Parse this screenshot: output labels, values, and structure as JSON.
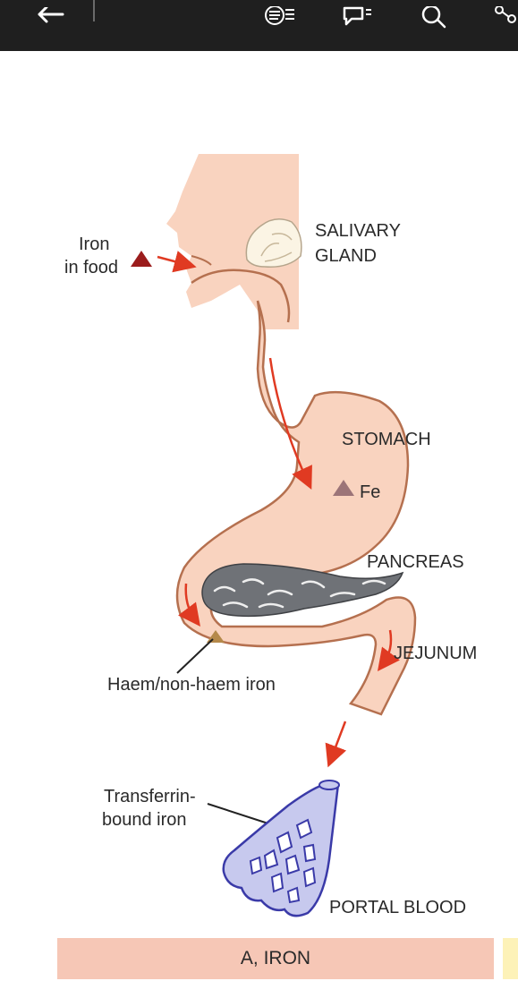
{
  "toolbar": {
    "back_icon": "arrow-left-icon",
    "icons": [
      "reader-mode-icon",
      "comment-icon",
      "search-icon",
      "share-icon"
    ]
  },
  "diagram": {
    "labels": {
      "iron_food_line1": "Iron",
      "iron_food_line2": "in food",
      "salivary_line1": "SALIVARY",
      "salivary_line2": "GLAND",
      "stomach": "STOMACH",
      "fe": "Fe",
      "pancreas": "PANCREAS",
      "jejunum": "JEJUNUM",
      "haem": "Haem/non-haem iron",
      "transferrin_line1": "Transferrin-",
      "transferrin_line2": "bound iron",
      "portal_blood": "PORTAL BLOOD"
    },
    "caption": "A, IRON"
  },
  "colors": {
    "topbar": "#1f1f1f",
    "tissue": "#f9d3bf",
    "outline": "#b5704f",
    "arrow": "#e03a22",
    "iron_marker": "#9b1c1c",
    "fe_marker": "#9c7478",
    "pancreas": "#6f7277",
    "portal": "#c7c9ee",
    "portal_outline": "#3a3aa8",
    "caption_bg": "#f6c7b6"
  }
}
